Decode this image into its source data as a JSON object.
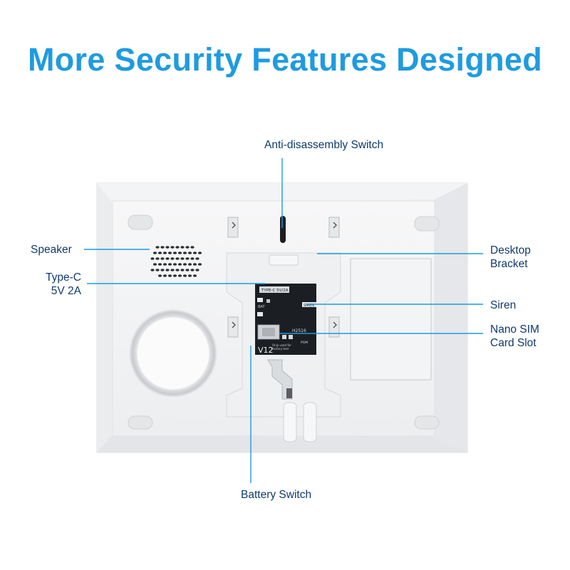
{
  "title": "More Security Features Designed",
  "callouts": {
    "anti_disassembly": "Anti-disassembly Switch",
    "speaker": "Speaker",
    "type_c_line1": "Type-C",
    "type_c_line2": "5V 2A",
    "desktop_line1": "Desktop",
    "desktop_line2": "Bracket",
    "siren": "Siren",
    "nano_line1": "Nano SIM",
    "nano_line2": "Card Slot",
    "battery_switch": "Battery Switch"
  },
  "pcb": {
    "port_label": "TYPE-C 5V/2A",
    "siren_label": "SIREN",
    "bat_label": "BAT",
    "model_code": "H2516",
    "version": "V12",
    "note_line1": "Only used for",
    "note_line2": "factory test",
    "pgm_label": "PGM"
  },
  "colors": {
    "accent": "#1f9be0",
    "label_text": "#0f3a6b",
    "pcb": "#1b1f24"
  }
}
